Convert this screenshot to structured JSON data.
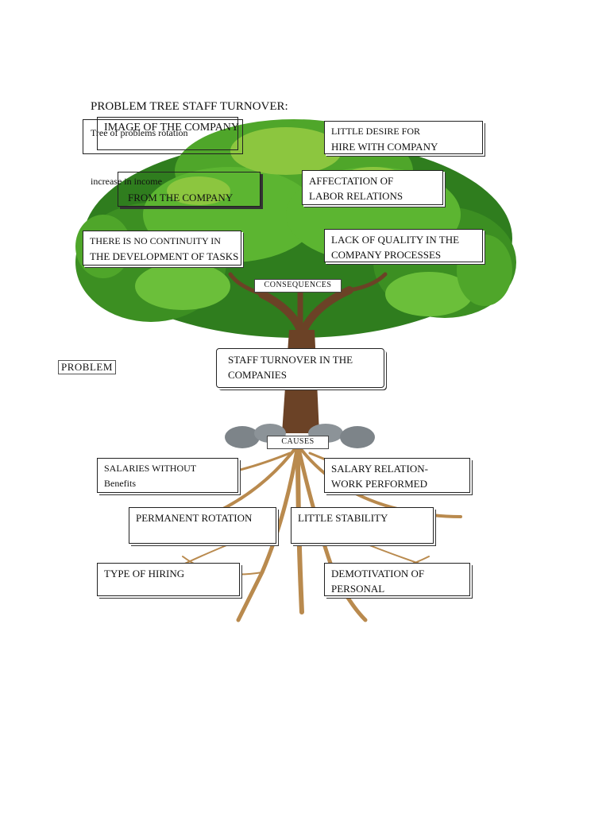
{
  "title": "PROBLEM TREE STAFF TURNOVER:",
  "loose_text": {
    "rotation_note": "Tree of problems rotation",
    "income_note": "increase in income"
  },
  "labels": {
    "consequences": "CONSEQUENCES",
    "causes": "CAUSES",
    "problem": "PROBLEM"
  },
  "core_problem": [
    "STAFF TURNOVER IN THE",
    "COMPANIES"
  ],
  "consequences": [
    {
      "lines": [
        "IMAGE OF THE COMPANY"
      ]
    },
    {
      "lines": [
        "LITTLE DESIRE FOR",
        "HIRE WITH COMPANY"
      ]
    },
    {
      "lines": [
        "FROM THE COMPANY"
      ]
    },
    {
      "lines": [
        "AFFECTATION OF",
        "LABOR RELATIONS"
      ]
    },
    {
      "lines": [
        "THERE IS NO CONTINUITY IN",
        "THE DEVELOPMENT OF TASKS"
      ]
    },
    {
      "lines": [
        "LACK OF QUALITY IN THE",
        "COMPANY PROCESSES"
      ]
    }
  ],
  "causes": [
    {
      "lines": [
        "SALARIES WITHOUT",
        "Benefits"
      ]
    },
    {
      "lines": [
        "SALARY RELATION-",
        "WORK PERFORMED"
      ]
    },
    {
      "lines": [
        "PERMANENT ROTATION"
      ]
    },
    {
      "lines": [
        "LITTLE STABILITY"
      ]
    },
    {
      "lines": [
        "TYPE OF HIRING"
      ]
    },
    {
      "lines": [
        "DEMOTIVATION OF",
        "PERSONAL"
      ]
    }
  ],
  "colors": {
    "canopy_dark": "#2f7d1e",
    "canopy_mid": "#4fa62a",
    "canopy_light": "#8cc63f",
    "trunk": "#6b4226",
    "roots": "#b98a4e",
    "rocks": "#7d8489"
  }
}
